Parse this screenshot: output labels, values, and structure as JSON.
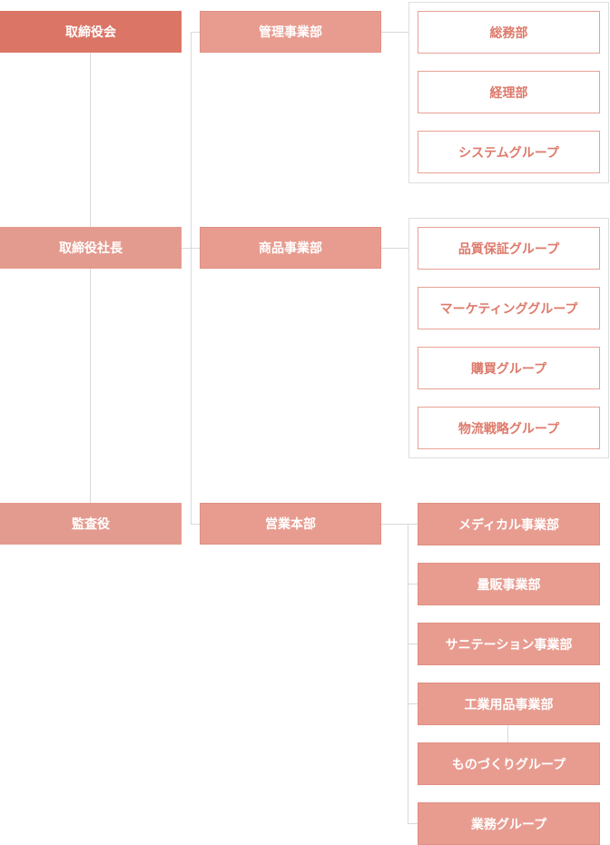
{
  "executives": {
    "board": "取締役会",
    "president": "取締役社長",
    "auditor": "監査役"
  },
  "divisions": {
    "admin": "管理事業部",
    "products": "商品事業部",
    "sales": "営業本部"
  },
  "admin_units": [
    "総務部",
    "経理部",
    "システムグループ"
  ],
  "product_units": [
    "品質保証グループ",
    "マーケティンググループ",
    "購買グループ",
    "物流戦略グループ"
  ],
  "sales_units": [
    "メディカル事業部",
    "量販事業部",
    "サニテーション事業部",
    "工業用品事業部",
    "ものづくりグループ",
    "業務グループ"
  ],
  "colors": {
    "board_fill": "#db7565",
    "box_fill": "#e89c90",
    "outline_text": "#dd7a6b",
    "connector": "#d9d9d9"
  }
}
